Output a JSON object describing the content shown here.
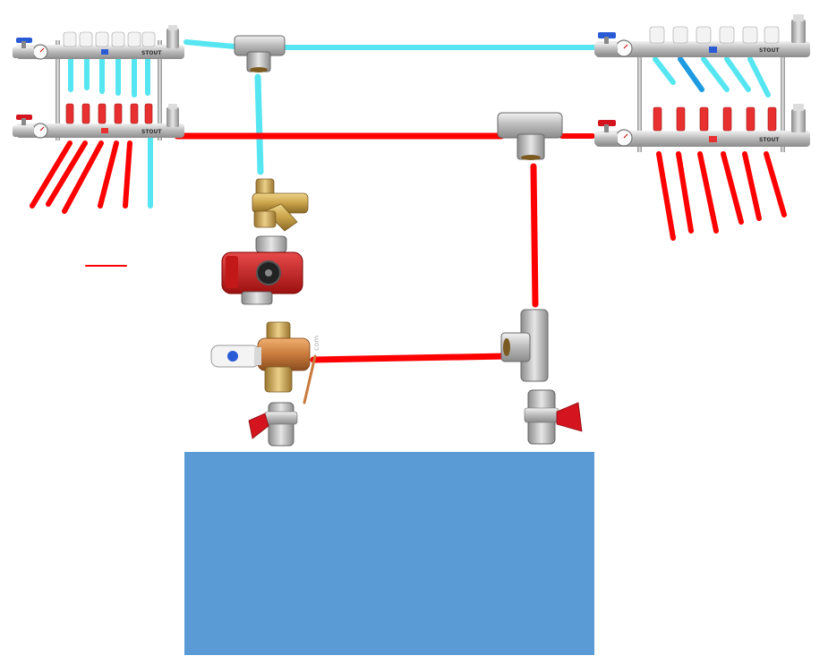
{
  "manifolds": {
    "left": {
      "brand": "STOUT"
    },
    "right": {
      "brand": "STOUT"
    }
  },
  "mixing_valve": {
    "watermark": "com"
  },
  "colors": {
    "supply": "#ff0000",
    "return": "#55e6f2",
    "return_dark": "#1e9be0",
    "tank": "#5b9bd5",
    "brass": "#c9a24a",
    "steel": "#b8b8b8",
    "valve_handle_red": "#d4141e",
    "valve_handle_blue": "#2a5bd6"
  },
  "icons": {
    "valve_handle": "lever-handle-icon",
    "gauge": "pressure-gauge-icon",
    "air_vent": "air-vent-icon",
    "thermo_head": "thermostatic-head-icon"
  }
}
